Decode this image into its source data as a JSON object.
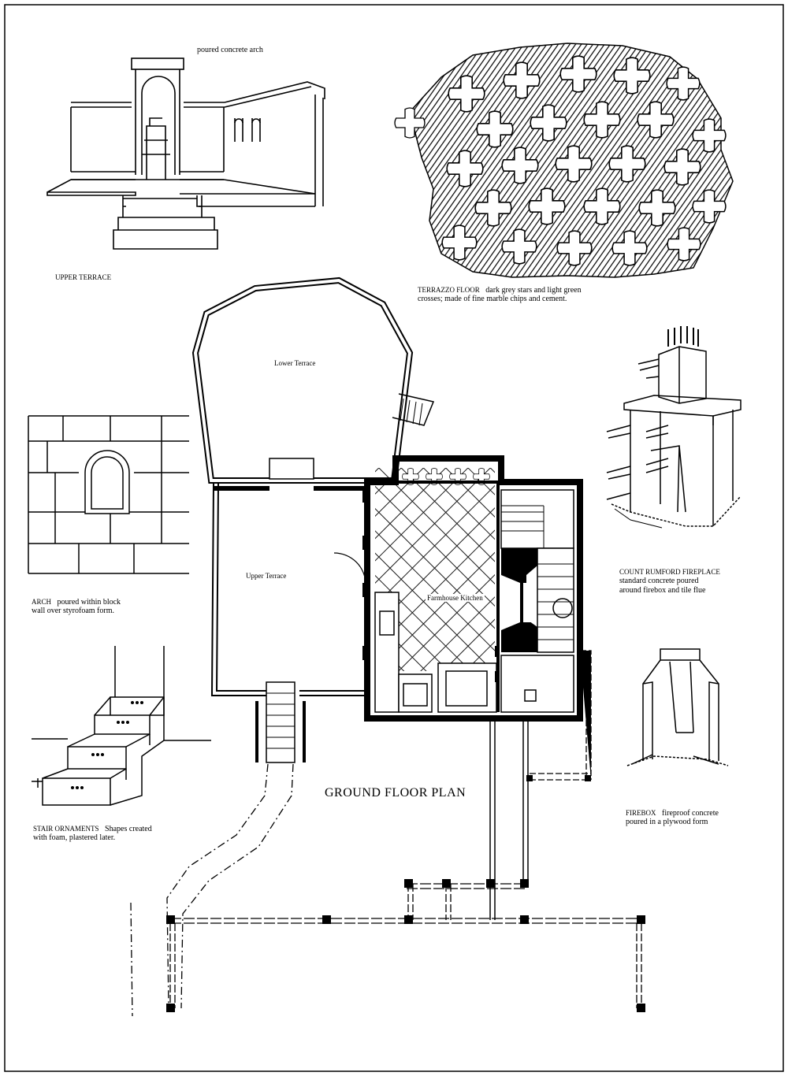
{
  "title": "GROUND FLOOR PLAN",
  "upper_terrace_sketch": {
    "note": "poured concrete arch",
    "caption": "UPPER TERRACE"
  },
  "terrazzo": {
    "caption_title": "TERRAZZO FLOOR",
    "caption_line1": "dark grey stars and light green",
    "caption_line2": "crosses; made of fine marble chips and cement."
  },
  "arch": {
    "caption_title": "ARCH",
    "caption_line1": "poured within block",
    "caption_line2": "wall over styrofoam form."
  },
  "fireplace": {
    "caption_title": "COUNT RUMFORD FIREPLACE",
    "caption_line1": "standard concrete poured",
    "caption_line2": "around firebox and tile flue"
  },
  "stair": {
    "caption_title": "STAIR ORNAMENTS",
    "caption_line1": "Shapes created",
    "caption_line2": "with foam, plastered later."
  },
  "firebox": {
    "caption_title": "FIREBOX",
    "caption_line1": "fireproof concrete",
    "caption_line2": "poured in a plywood form"
  },
  "rooms": {
    "lower_terrace": "Lower Terrace",
    "upper_terrace": "Upper Terrace",
    "kitchen": "Farmhouse Kitchen"
  }
}
